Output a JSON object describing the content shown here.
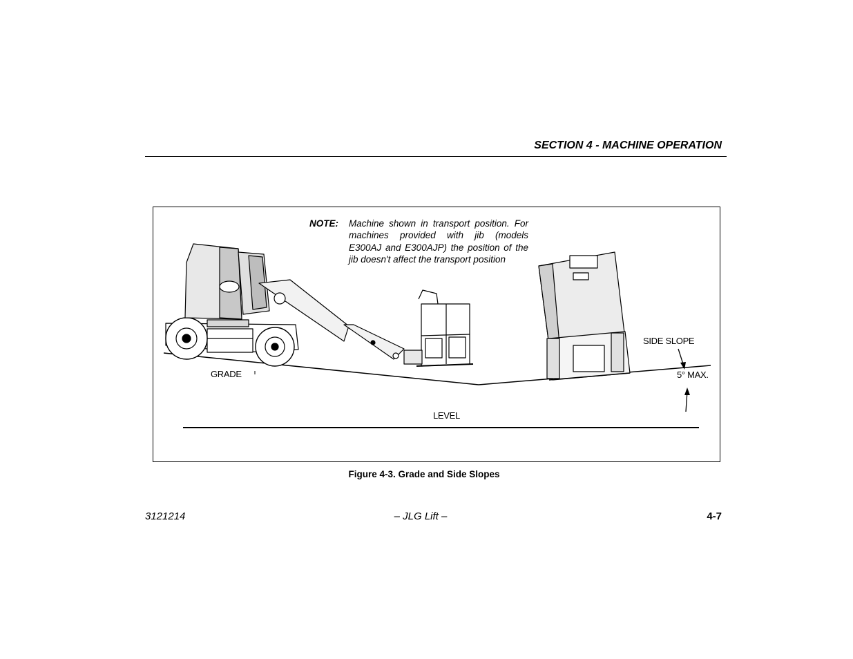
{
  "header": {
    "section_title": "SECTION 4 - MACHINE OPERATION"
  },
  "figure": {
    "note_label": "NOTE:",
    "note_text": "Machine shown in transport position. For machines provided with jib (models E300AJ and E300AJP) the position of the jib doesn't affect the transport position",
    "labels": {
      "grade": "GRADE",
      "side_slope": "SIDE SLOPE",
      "max_angle": "5° MAX.",
      "level": "LEVEL"
    },
    "caption": "Figure 4-3. Grade and Side Slopes"
  },
  "footer": {
    "doc_number": "3121214",
    "publisher": "– JLG Lift –",
    "page_number": "4-7"
  }
}
